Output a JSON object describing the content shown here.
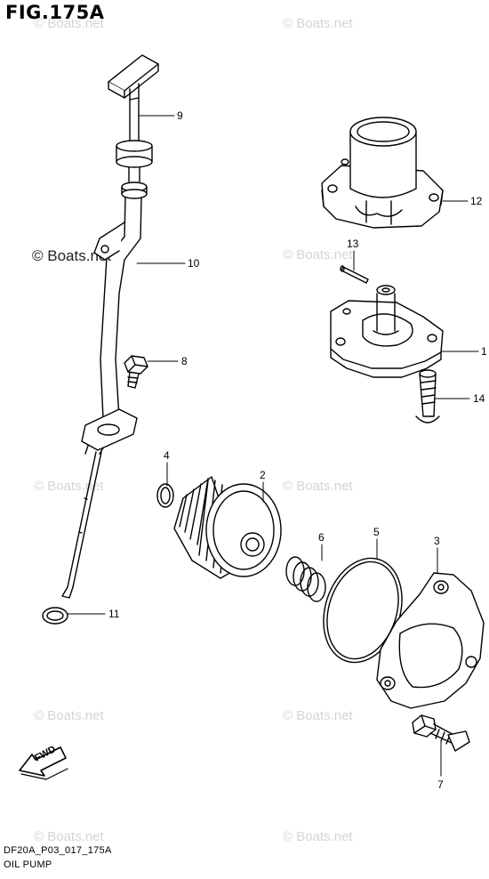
{
  "figure": {
    "title": "FIG.175A",
    "code": "DF20A_P03_017_175A",
    "caption": "OIL PUMP"
  },
  "watermarks": [
    {
      "text": "© Boats.net",
      "style": "light"
    },
    {
      "text": "© Boats.net",
      "style": "light"
    },
    {
      "text": "© Boats.net",
      "style": "dark"
    },
    {
      "text": "© Boats.net",
      "style": "light"
    },
    {
      "text": "© Boats.net",
      "style": "light"
    },
    {
      "text": "© Boats.net",
      "style": "light"
    },
    {
      "text": "© Boats.net",
      "style": "light"
    },
    {
      "text": "© Boats.net",
      "style": "light"
    },
    {
      "text": "© Boats.net",
      "style": "light"
    },
    {
      "text": "© Boats.net",
      "style": "light"
    }
  ],
  "parts": [
    {
      "number": "1"
    },
    {
      "number": "2"
    },
    {
      "number": "3"
    },
    {
      "number": "4"
    },
    {
      "number": "5"
    },
    {
      "number": "6"
    },
    {
      "number": "7"
    },
    {
      "number": "8"
    },
    {
      "number": "9"
    },
    {
      "number": "10"
    },
    {
      "number": "11"
    },
    {
      "number": "12"
    },
    {
      "number": "13"
    },
    {
      "number": "14"
    }
  ],
  "direction_arrow": {
    "label": "FWD"
  },
  "colors": {
    "ink": "#000000",
    "watermark": "#d4d4d4",
    "background": "#ffffff"
  }
}
